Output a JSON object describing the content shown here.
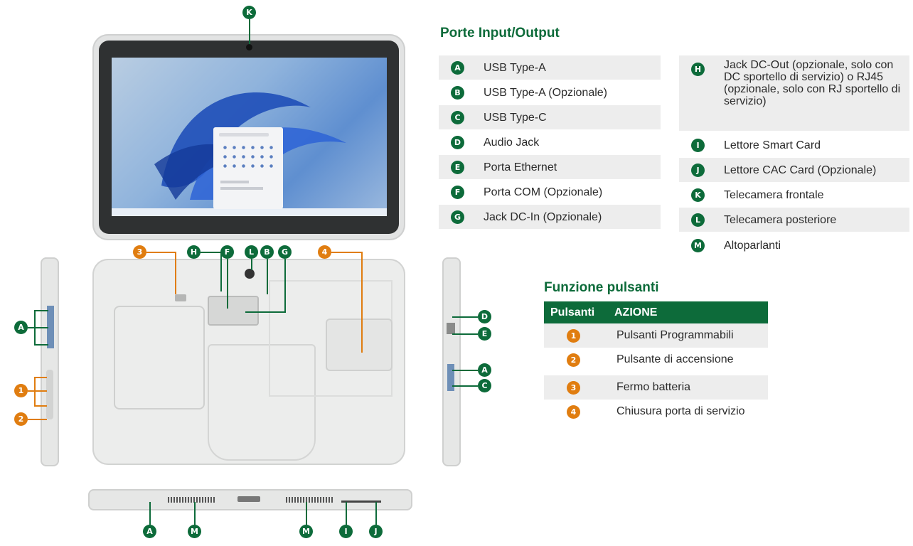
{
  "io_section": {
    "title": "Porte Input/Output",
    "left_items": [
      {
        "badge": "A",
        "label": "USB Type-A"
      },
      {
        "badge": "B",
        "label": "USB Type-A (Opzionale)"
      },
      {
        "badge": "C",
        "label": "USB Type-C"
      },
      {
        "badge": "D",
        "label": "Audio Jack"
      },
      {
        "badge": "E",
        "label": "Porta Ethernet"
      },
      {
        "badge": "F",
        "label": "Porta COM  (Opzionale)"
      },
      {
        "badge": "G",
        "label": "Jack DC-In (Opzionale)"
      }
    ],
    "right_items": [
      {
        "badge": "H",
        "label": "Jack DC-Out (opzionale, solo con DC sportello di servizio) o RJ45 (opzionale, solo con RJ sportello di servizio)"
      },
      {
        "badge": "I",
        "label": "Lettore Smart Card"
      },
      {
        "badge": "J",
        "label": "Lettore CAC Card  (Opzionale)"
      },
      {
        "badge": "K",
        "label": "Telecamera frontale"
      },
      {
        "badge": "L",
        "label": "Telecamera posteriore"
      },
      {
        "badge": "M",
        "label": "Altoparlanti"
      }
    ]
  },
  "buttons_section": {
    "title": "Funzione pulsanti",
    "header_col1": "Pulsanti",
    "header_col2": "AZIONE",
    "rows": [
      {
        "badge": "1",
        "action": "Pulsanti Programmabili"
      },
      {
        "badge": "2",
        "action": "Pulsante di accensione"
      },
      {
        "badge": "3",
        "action": "Fermo batteria"
      },
      {
        "badge": "4",
        "action": "Chiusura porta di servizio"
      }
    ]
  },
  "diagram_labels": {
    "front_top": "K",
    "back_callouts": [
      "3",
      "H",
      "F",
      "L",
      "B",
      "G",
      "4"
    ],
    "left_side": [
      "A",
      "1",
      "2"
    ],
    "right_side": [
      "D",
      "E",
      "A",
      "C"
    ],
    "bottom": [
      "A",
      "M",
      "M",
      "I",
      "J"
    ]
  },
  "colors": {
    "green": "#0d6b3a",
    "orange": "#e07d10",
    "row_shade": "#ededed"
  }
}
